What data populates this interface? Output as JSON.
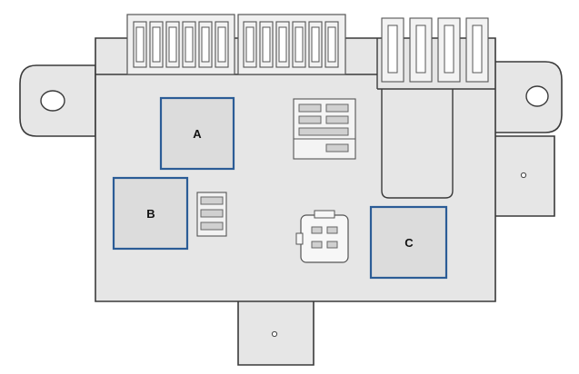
{
  "diagram": {
    "relays": [
      {
        "id": "relay-a",
        "label": "A"
      },
      {
        "id": "relay-b",
        "label": "B"
      },
      {
        "id": "relay-c",
        "label": "C"
      }
    ],
    "colors": {
      "relay_border": "#2b5c96",
      "housing_fill": "#e6e6e6",
      "outline": "#3a3a3a"
    }
  }
}
